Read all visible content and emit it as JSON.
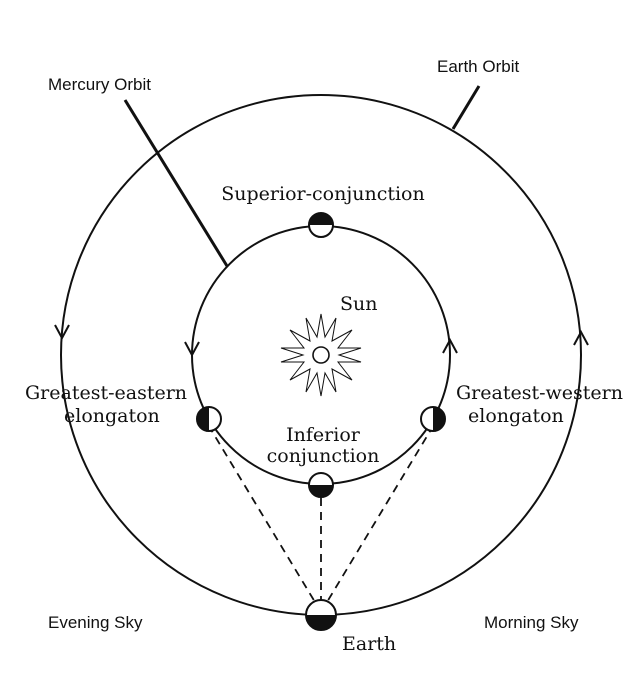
{
  "labels": {
    "mercury_orbit": "Mercury Orbit",
    "earth_orbit": "Earth Orbit",
    "superior_conjunction": "Superior-conjunction",
    "sun": "Sun",
    "greatest_eastern_line1": "Greatest-eastern",
    "greatest_eastern_line2": "elongaton",
    "greatest_western_line1": "Greatest-western",
    "greatest_western_line2": "elongaton",
    "inferior_line1": "Inferior",
    "inferior_line2": "conjunction",
    "evening_sky": "Evening Sky",
    "morning_sky": "Morning Sky",
    "earth": "Earth"
  },
  "colors": {
    "ink": "#111111",
    "background": "#ffffff"
  },
  "icons": {
    "sun": "sun-star-icon",
    "planet": "half-shaded-planet-icon"
  }
}
